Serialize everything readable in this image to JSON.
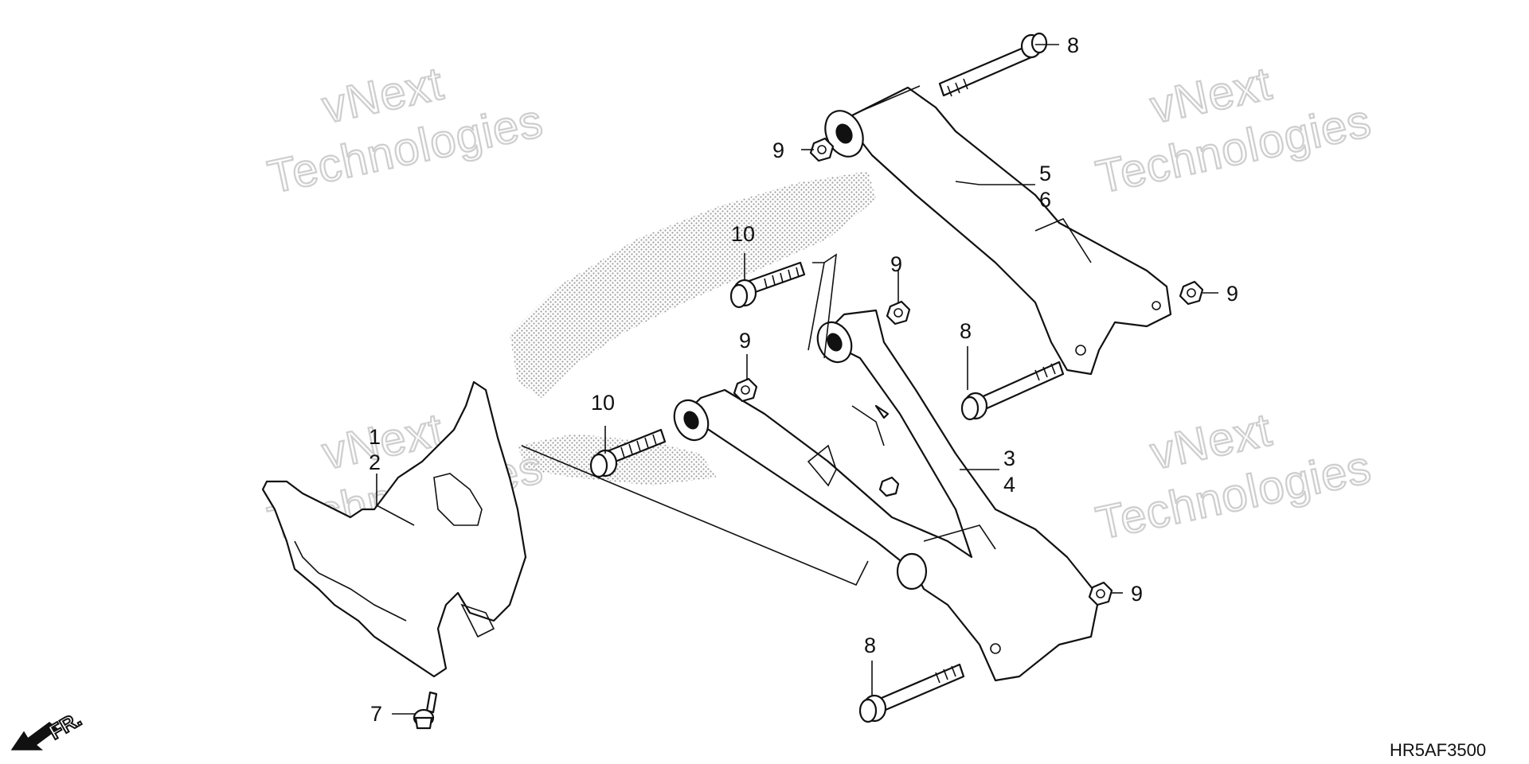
{
  "diagram": {
    "code": "HR5AF3500",
    "front_label": "FR.",
    "watermark": {
      "line1": "vNext",
      "line2": "Technologies"
    },
    "callouts": {
      "c1": "1",
      "c2": "2",
      "c3": "3",
      "c4": "4",
      "c5": "5",
      "c6": "6",
      "c7": "7",
      "c8a": "8",
      "c8b": "8",
      "c8c": "8",
      "c9a": "9",
      "c9b": "9",
      "c9c": "9",
      "c9d": "9",
      "c9e": "9",
      "c10a": "10",
      "c10b": "10"
    },
    "colors": {
      "line": "#111111",
      "watermark": "#c8c8c8",
      "background": "#ffffff"
    }
  }
}
